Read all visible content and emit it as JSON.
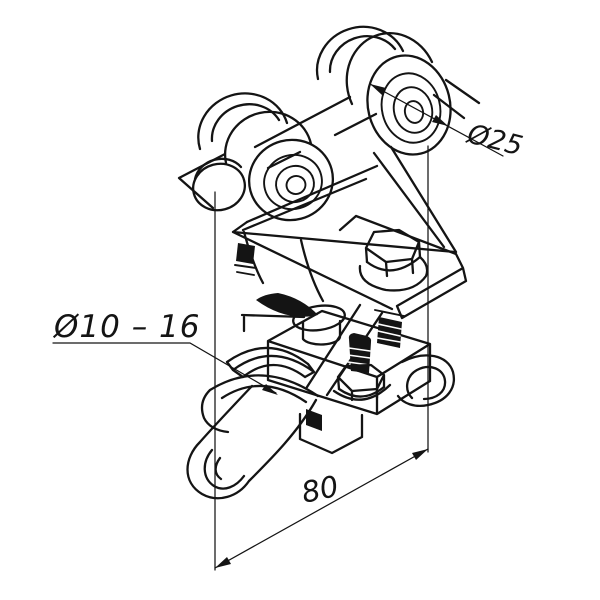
{
  "figure": {
    "kind": "isometric technical line drawing",
    "subject": "cable trolley with four rollers and cable clamp",
    "dimension_labels": {
      "roller_diameter": "Ø25",
      "clamp_diameter_range": "Ø10 – 16",
      "trolley_width": "80"
    },
    "colors": {
      "line": "#141414",
      "background": "#ffffff"
    }
  }
}
